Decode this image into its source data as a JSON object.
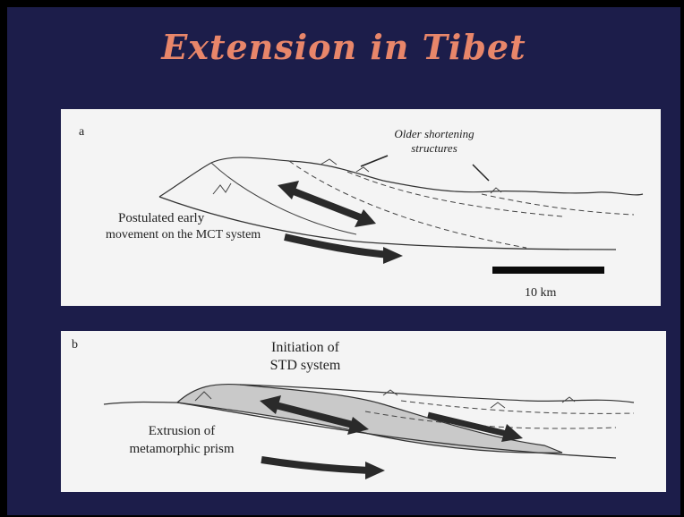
{
  "slide": {
    "title": "Extension in Tibet",
    "panel_a": {
      "letter": "a",
      "annotation_older_1": "Older shortening",
      "annotation_older_2": "structures",
      "label_line1": "Postulated early",
      "label_line2": "movement on the MCT system",
      "scale_label": "10 km"
    },
    "panel_b": {
      "letter": "b",
      "label_top_1": "Initiation of",
      "label_top_2": "STD system",
      "label_bottom_1": "Extrusion of",
      "label_bottom_2": "metamorphic prism"
    }
  }
}
